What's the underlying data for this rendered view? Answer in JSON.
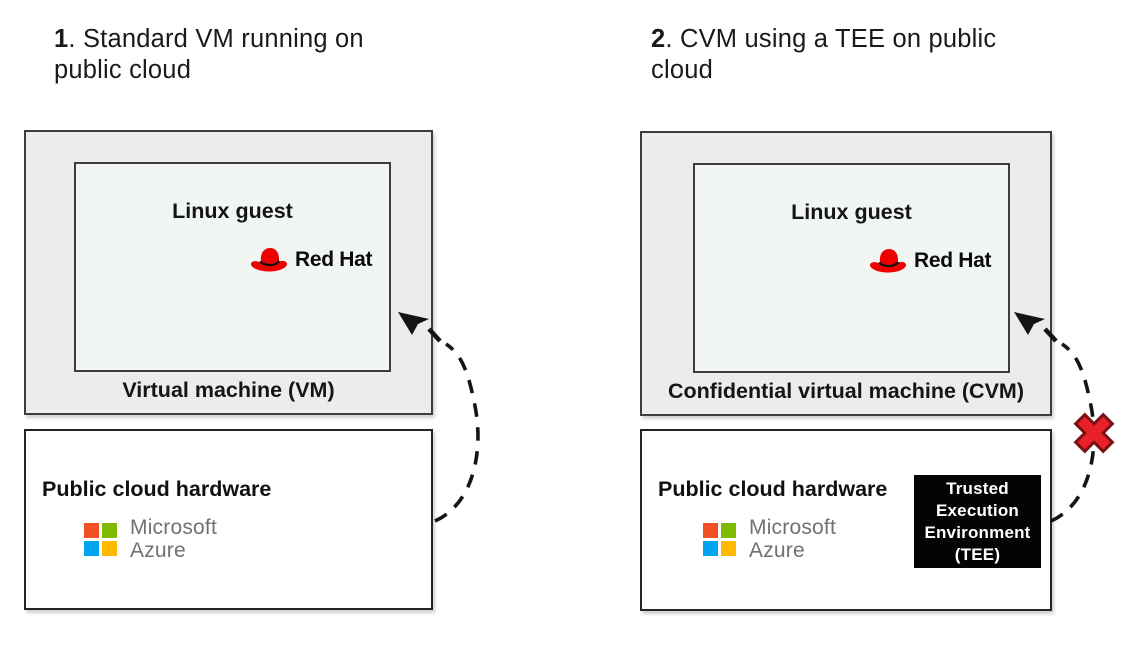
{
  "diagram": {
    "panels": [
      {
        "title_number": "1",
        "title_rest": ". Standard VM running on",
        "title_line2": "public cloud",
        "guest_label": "Linux guest",
        "machine_label": "Virtual machine (VM)",
        "hardware_label": "Public cloud hardware"
      },
      {
        "title_number": "2",
        "title_rest": ". CVM using a TEE on public",
        "title_line2": "cloud",
        "guest_label": "Linux guest",
        "machine_label": "Confidential virtual machine (CVM)",
        "hardware_label": "Public cloud hardware"
      }
    ],
    "redhat_wordmark": "Red Hat",
    "microsoft": {
      "name": "Microsoft",
      "product": "Azure"
    },
    "tee": {
      "line1": "Trusted",
      "line2": "Execution",
      "line3": "Environment",
      "line4": "(TEE)"
    },
    "colors": {
      "redhat_red": "#ee0000",
      "microsoft_red": "#f25022",
      "microsoft_green": "#7fba00",
      "microsoft_blue": "#00a4ef",
      "microsoft_yellow": "#ffb900",
      "microsoft_text_gray": "#717171",
      "vm_box_fill": "#ececee",
      "guest_box_fill": "#f1f6f2",
      "tee_background": "#040404",
      "blocked_x_red": "#e8212b",
      "arrow_black": "#141414"
    }
  }
}
